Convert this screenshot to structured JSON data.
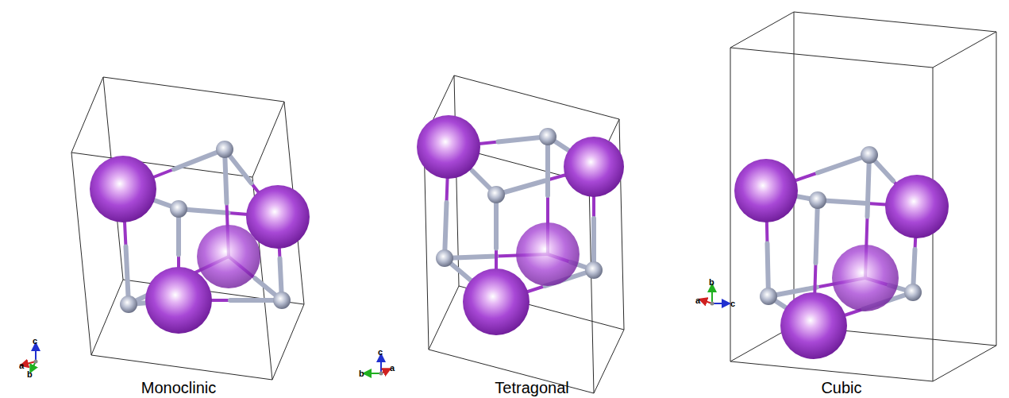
{
  "diagram": {
    "labels": [
      "a",
      "c",
      "b",
      "Monoclinic",
      "b",
      "c",
      "a",
      "Tetragonal",
      "b",
      "a",
      "c",
      "Cubic"
    ]
  }
}
